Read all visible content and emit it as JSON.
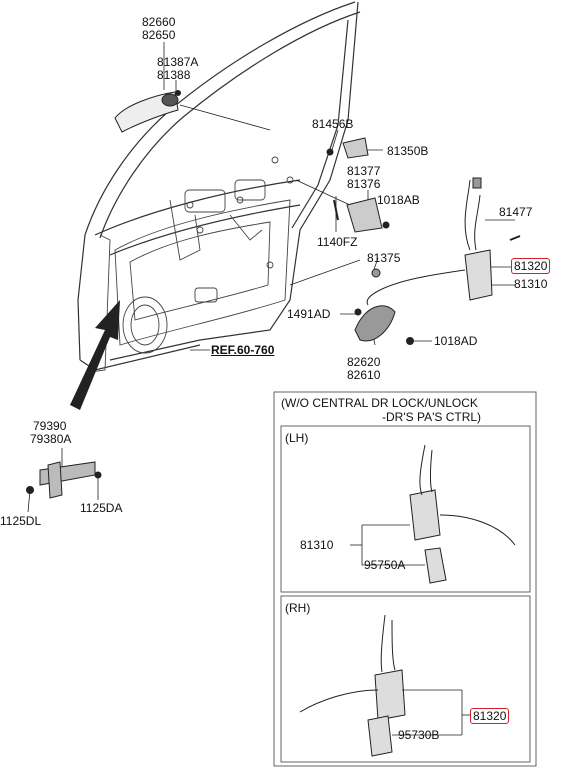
{
  "labels": {
    "p82660": "82660",
    "p82650": "82650",
    "p81387A": "81387A",
    "p81388": "81388",
    "p81456B": "81456B",
    "p81350B": "81350B",
    "p81377": "81377",
    "p81376": "81376",
    "p1018AB": "1018AB",
    "p81477": "81477",
    "p1140FZ": "1140FZ",
    "p81375": "81375",
    "p81320_top": "81320",
    "p81310_top": "81310",
    "p1491AD": "1491AD",
    "p82620": "82620",
    "p82610": "82610",
    "p1018AD": "1018AD",
    "ref": "REF.60-760",
    "p79390": "79390",
    "p79380A": "79380A",
    "p1125DL": "1125DL",
    "p1125DA": "1125DA",
    "p81310_lh": "81310",
    "p95750A": "95750A",
    "p81320_rh": "81320",
    "p95730B": "95730B"
  },
  "note": {
    "line1": "(W/O CENTRAL DR LOCK/UNLOCK",
    "line2": "-DR'S  PA'S CTRL)",
    "lh": "(LH)",
    "rh": "(RH)"
  },
  "colors": {
    "highlight": "#d0202a",
    "line": "#222222"
  }
}
